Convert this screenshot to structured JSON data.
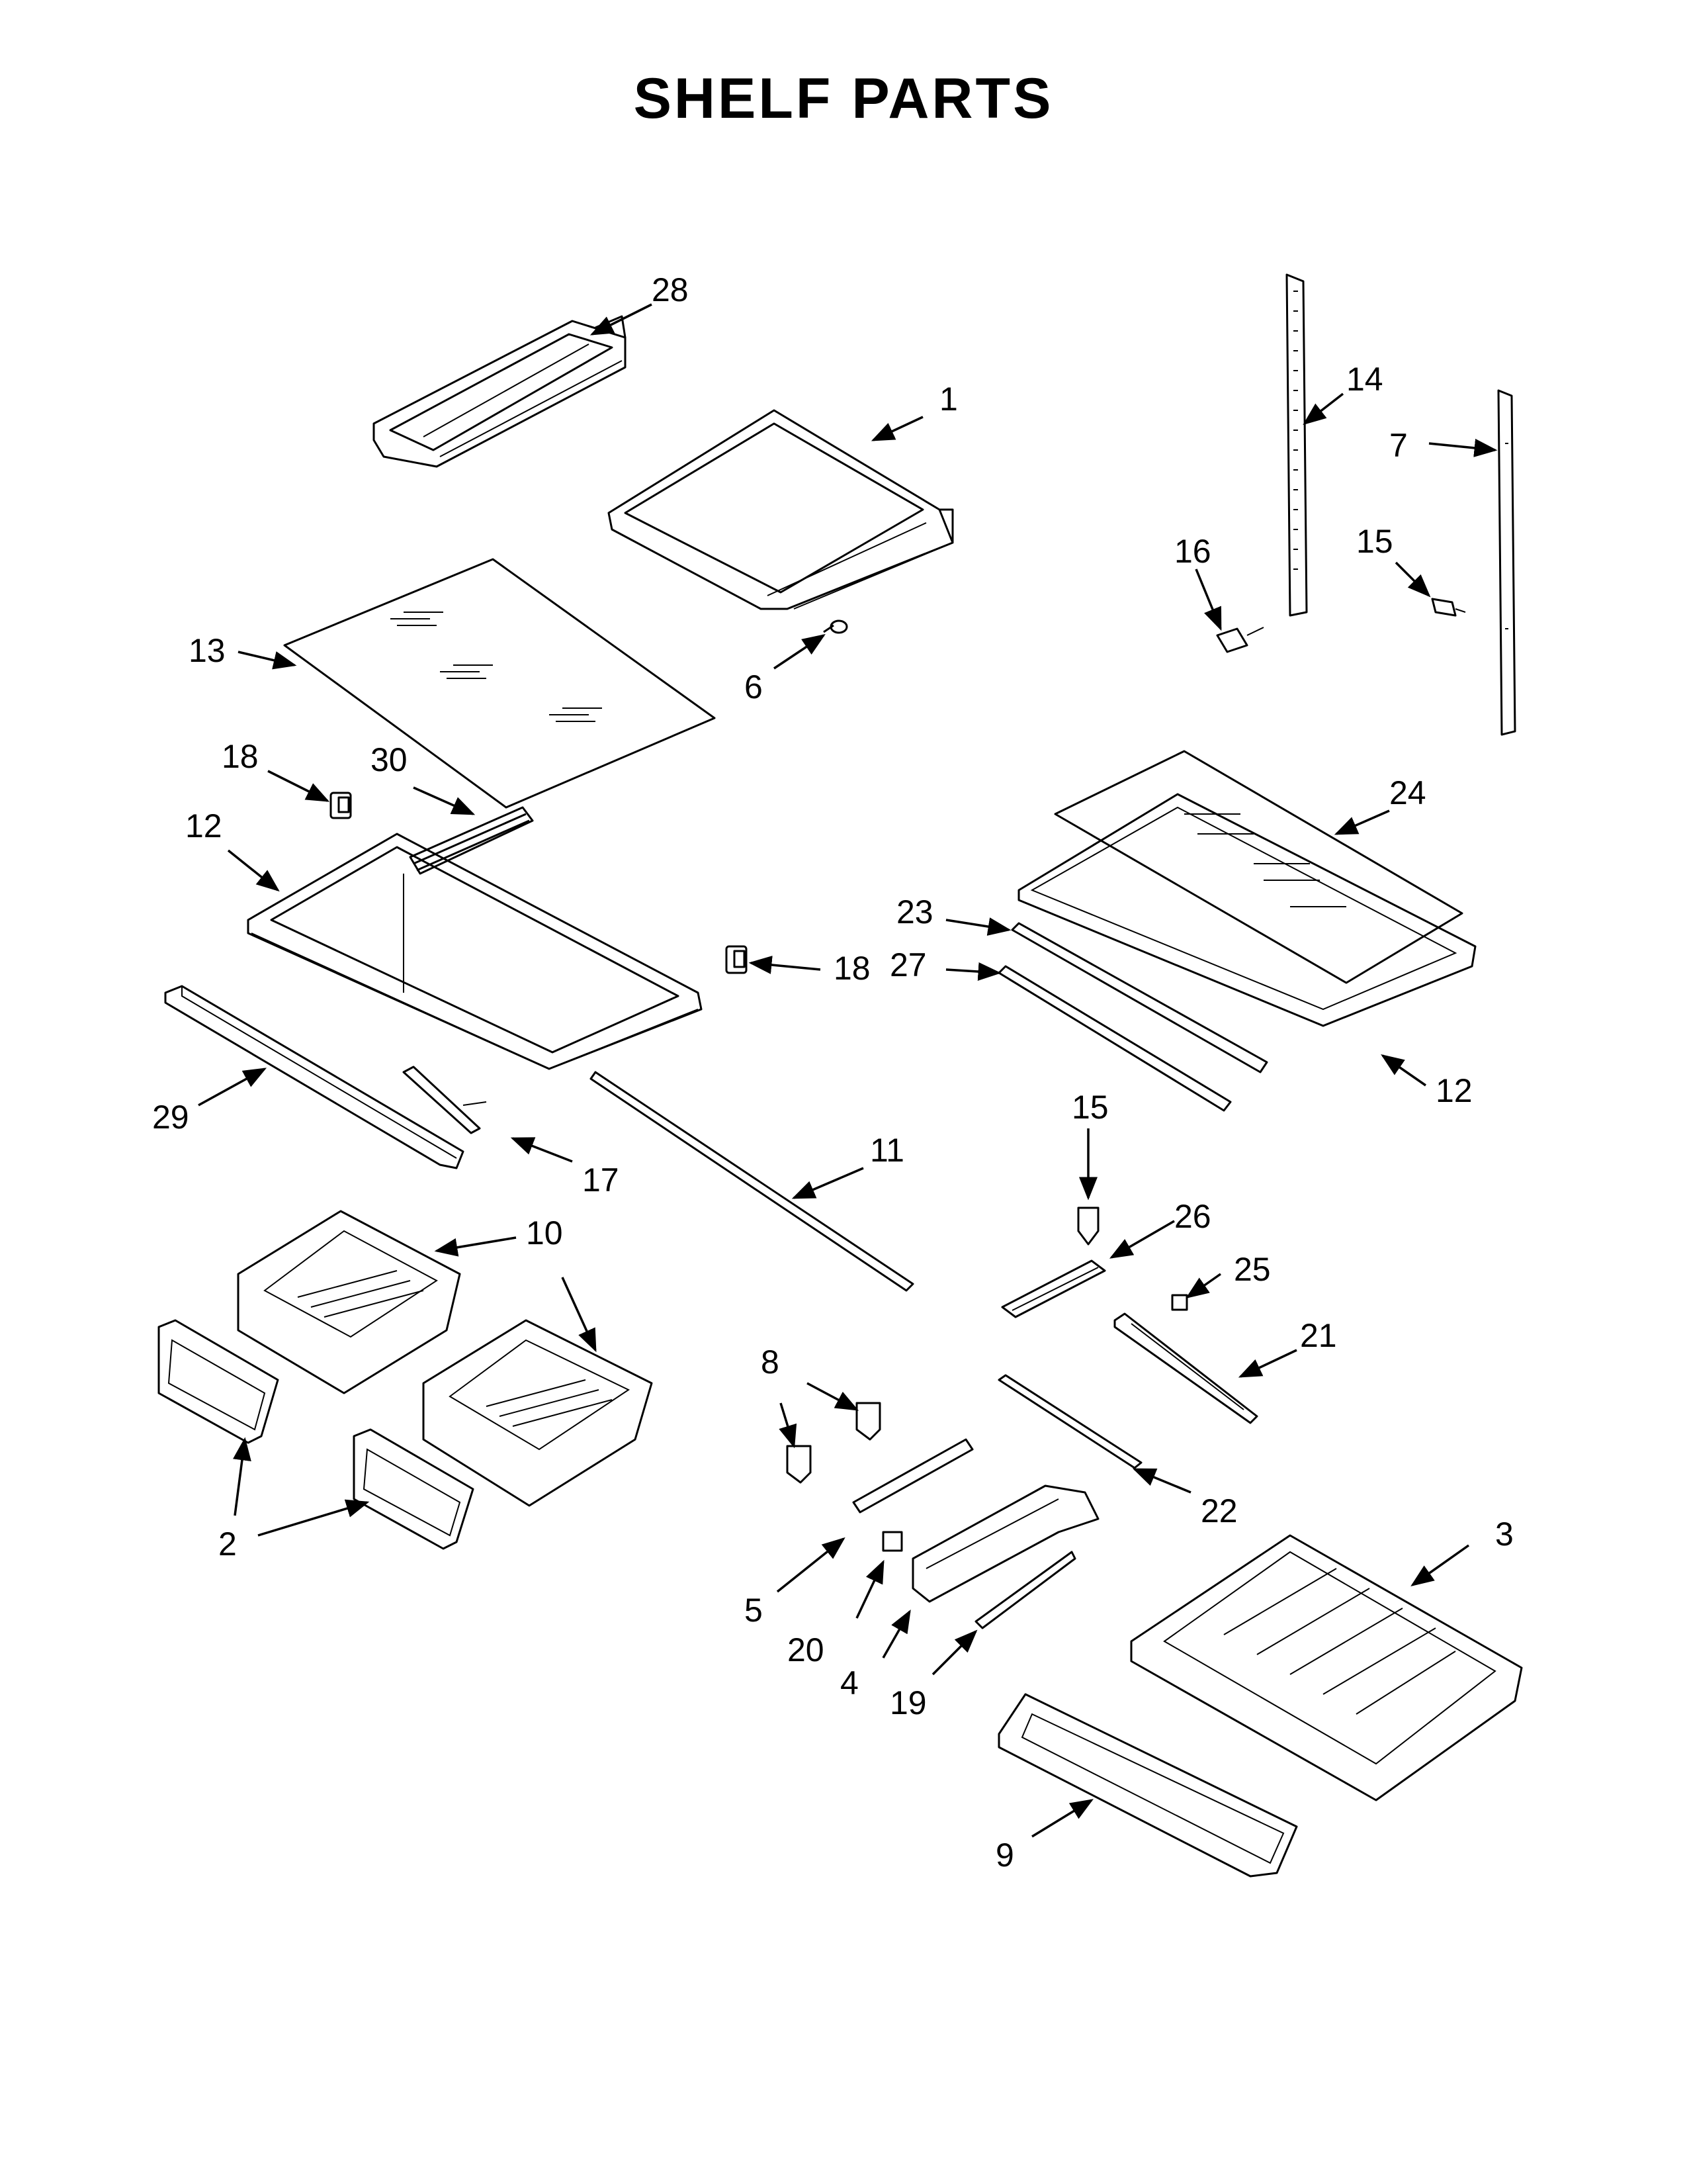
{
  "title": "SHELF PARTS",
  "callouts": [
    {
      "id": "28",
      "text": "28"
    },
    {
      "id": "1",
      "text": "1"
    },
    {
      "id": "14",
      "text": "14"
    },
    {
      "id": "7",
      "text": "7"
    },
    {
      "id": "16",
      "text": "16"
    },
    {
      "id": "15a",
      "text": "15"
    },
    {
      "id": "13",
      "text": "13"
    },
    {
      "id": "6",
      "text": "6"
    },
    {
      "id": "18a",
      "text": "18"
    },
    {
      "id": "30",
      "text": "30"
    },
    {
      "id": "12a",
      "text": "12"
    },
    {
      "id": "24",
      "text": "24"
    },
    {
      "id": "23",
      "text": "23"
    },
    {
      "id": "27",
      "text": "27"
    },
    {
      "id": "18b",
      "text": "18"
    },
    {
      "id": "12b",
      "text": "12"
    },
    {
      "id": "29",
      "text": "29"
    },
    {
      "id": "17",
      "text": "17"
    },
    {
      "id": "11",
      "text": "11"
    },
    {
      "id": "15b",
      "text": "15"
    },
    {
      "id": "10",
      "text": "10"
    },
    {
      "id": "26",
      "text": "26"
    },
    {
      "id": "25",
      "text": "25"
    },
    {
      "id": "21",
      "text": "21"
    },
    {
      "id": "8",
      "text": "8"
    },
    {
      "id": "22",
      "text": "22"
    },
    {
      "id": "2",
      "text": "2"
    },
    {
      "id": "3",
      "text": "3"
    },
    {
      "id": "5",
      "text": "5"
    },
    {
      "id": "20",
      "text": "20"
    },
    {
      "id": "4",
      "text": "4"
    },
    {
      "id": "19",
      "text": "19"
    },
    {
      "id": "9",
      "text": "9"
    }
  ]
}
